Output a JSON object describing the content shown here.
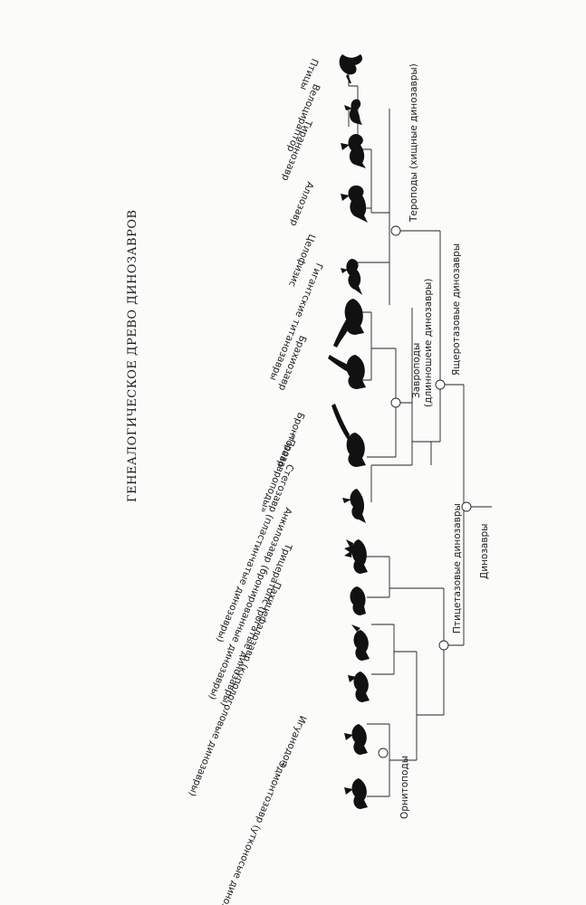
{
  "title": "ГЕНЕАЛОГИЧЕСКОЕ ДРЕВО ДИНОЗАВРОВ",
  "taxa": [
    "Птицы",
    "Велоцираптор",
    "Тираннозавр",
    "Аллозавр",
    "Целофизис",
    "Гигантские титанозавры",
    "Брахиозавр",
    "Бронтозавр",
    "«Прозавроподы»",
    "Стегозавр (пластинчатые динозавры)",
    "Анкилозавр (бронированные динозавры)",
    "Трицератопс (рогатые динозавры)",
    "Пахицефалозавр (купологоловые динозавры)",
    "Игуанодон",
    "Эдмонтозавр (утконосые динозавры)"
  ],
  "clades": {
    "theropods": "Тероподы (хищные динозавры)",
    "sauropods_line1": "Завроподы",
    "sauropods_line2": "(длинношеие динозавры)",
    "saurischians": "Ящеротазовые динозавры",
    "ornithischians": "Птицетазовые динозавры",
    "ornithopods": "Орнитоподы",
    "dinosaurs": "Динозавры"
  },
  "silhouette_icons": [
    "bird-icon",
    "velociraptor-icon",
    "tyrannosaurus-icon",
    "allosaurus-icon",
    "coelophysis-icon",
    "titanosaur-icon",
    "brachiosaurus-icon",
    "brontosaurus-icon",
    "prosauropod-icon",
    "stegosaurus-icon",
    "ankylosaurus-icon",
    "triceratops-icon",
    "pachycephalosaurus-icon",
    "iguanodon-icon",
    "edmontosaurus-icon"
  ],
  "colors": {
    "ink": "#111111",
    "paper": "#fbfbfa"
  }
}
